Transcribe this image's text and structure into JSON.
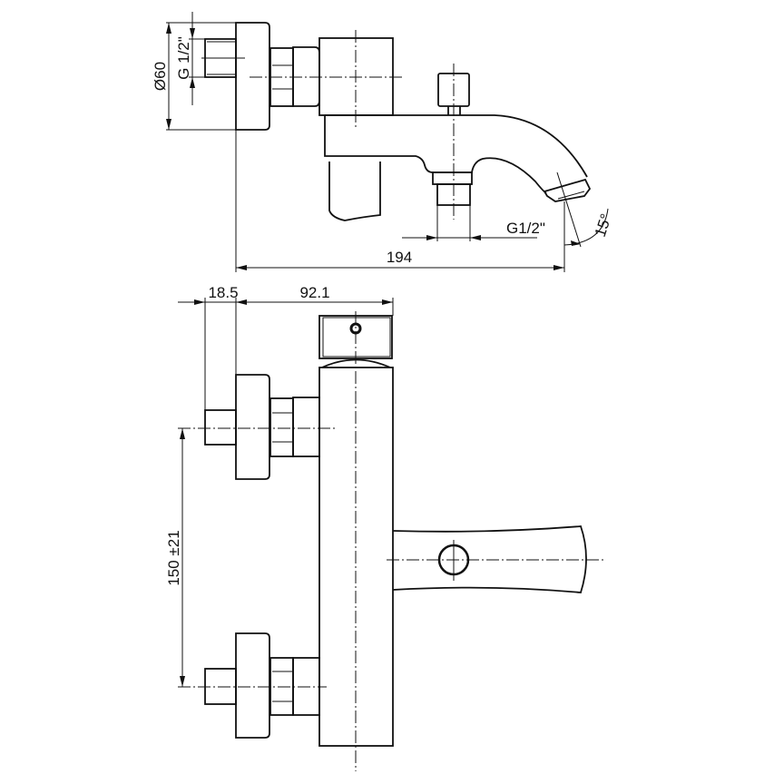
{
  "drawing": {
    "side_view": {
      "dim_diameter": "Ø60",
      "dim_thread_inlet": "G 1/2\"",
      "dim_thread_outlet": "G1/2\"",
      "dim_length": "194",
      "dim_angle": "15°"
    },
    "front_view": {
      "dim_offset_a": "18.5",
      "dim_offset_b": "92.1",
      "dim_centers": "150 ±21"
    },
    "line_color": "#111111"
  }
}
